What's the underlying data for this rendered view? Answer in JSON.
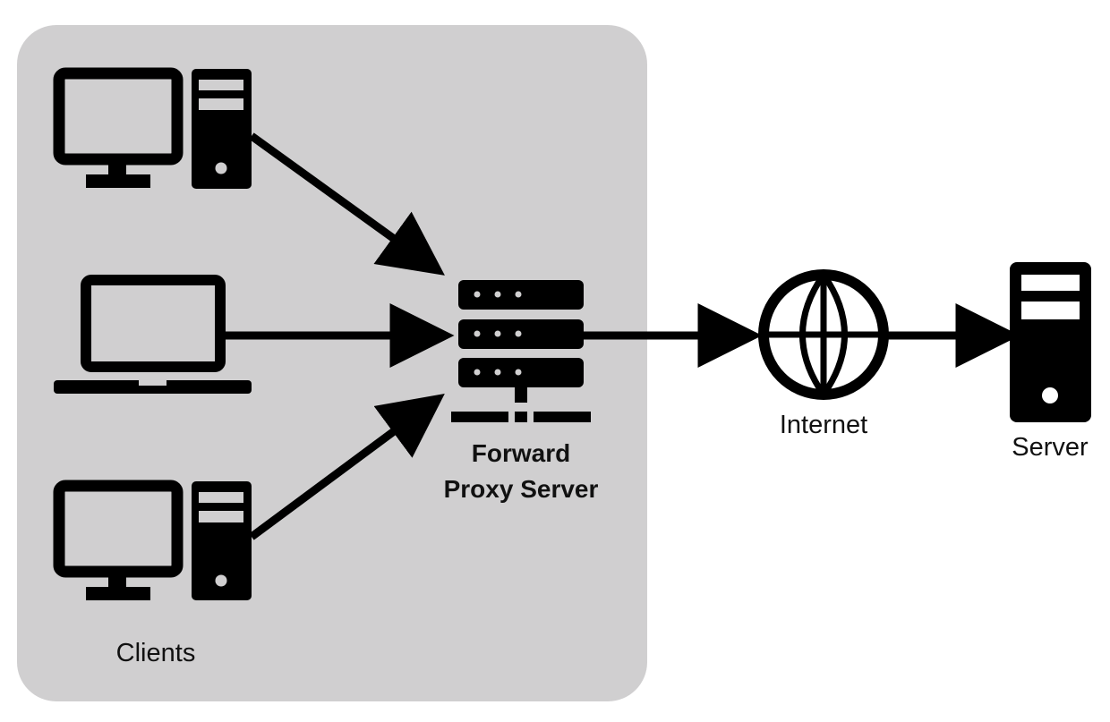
{
  "diagram": {
    "nodes": {
      "clients_group": {
        "label": "Clients",
        "icon": "clients-group"
      },
      "client_desktop_top": {
        "icon": "desktop-computer-icon"
      },
      "client_laptop": {
        "icon": "laptop-icon"
      },
      "client_desktop_bottom": {
        "icon": "desktop-computer-icon"
      },
      "proxy": {
        "label_line1": "Forward",
        "label_line2": "Proxy Server",
        "icon": "server-rack-icon"
      },
      "internet": {
        "label": "Internet",
        "icon": "globe-icon"
      },
      "server": {
        "label": "Server",
        "icon": "server-tower-icon"
      }
    },
    "edges": [
      {
        "from": "client_desktop_top",
        "to": "proxy"
      },
      {
        "from": "client_laptop",
        "to": "proxy"
      },
      {
        "from": "client_desktop_bottom",
        "to": "proxy"
      },
      {
        "from": "proxy",
        "to": "internet"
      },
      {
        "from": "internet",
        "to": "server"
      }
    ],
    "colors": {
      "group_fill": "#d0cfd0",
      "icon": "#000000",
      "background": "#ffffff"
    }
  }
}
